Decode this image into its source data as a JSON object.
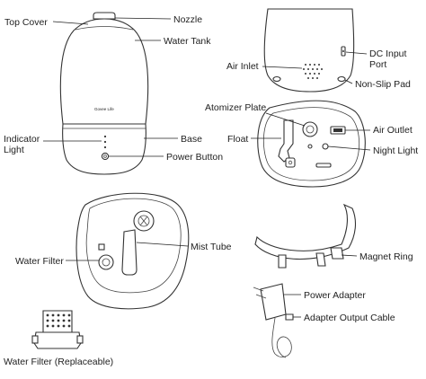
{
  "labels": {
    "top_cover": "Top Cover",
    "nozzle": "Nozzle",
    "water_tank": "Water Tank",
    "indicator_light_1": "Indicator",
    "indicator_light_2": "Light",
    "base": "Base",
    "power_button": "Power Button",
    "air_inlet": "Air Inlet",
    "dc_input_1": "DC Input",
    "dc_input_2": "Port",
    "non_slip_pad": "Non-Slip Pad",
    "atomizer_plate": "Atomizer Plate",
    "air_outlet": "Air Outlet",
    "float": "Float",
    "night_light": "Night Light",
    "mist_tube": "Mist Tube",
    "water_filter": "Water Filter",
    "magnet_ring": "Magnet Ring",
    "power_adapter": "Power Adapter",
    "adapter_output_cable": "Adapter Output Cable",
    "water_filter_replaceable": "Water Filter (Replaceable)"
  },
  "brand": "Govee Life"
}
